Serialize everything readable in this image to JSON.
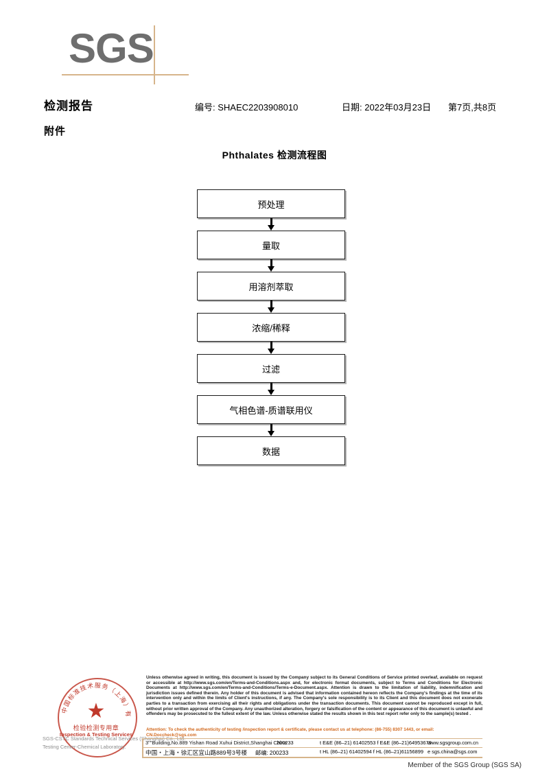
{
  "logo": {
    "text": "SGS"
  },
  "header": {
    "title": "检测报告",
    "attachment": "附件",
    "report_no": "编号: SHAEC2203908010",
    "date": "日期: 2022年03月23日",
    "page": "第7页,共8页"
  },
  "flow": {
    "title": "Phthalates 检测流程图",
    "steps": [
      {
        "label": "预处理"
      },
      {
        "label": "量取"
      },
      {
        "label": "用溶剂萃取"
      },
      {
        "label": "浓缩/稀释"
      },
      {
        "label": "过滤"
      },
      {
        "label": "气相色谱-质谱联用仪"
      },
      {
        "label": "数据"
      }
    ]
  },
  "stamp": {
    "star": "★",
    "ring_text_cn": "中国标准技术服务（上海）有限公司",
    "center_cn": "检验检测专用章",
    "center_en": "Inspection & Testing Services",
    "under_line1": "SGS-CSTC Standards Technical Services (Shanghai) Co., Ltd.",
    "under_line2": "Testing Center-Chemical Laboratory."
  },
  "footer": {
    "legal": "Unless otherwise agreed in writing, this document is issued by the Company subject to its General Conditions of Service printed overleaf, available on request or accessible at http://www.sgs.com/en/Terms-and-Conditions.aspx and, for electronic format documents, subject to Terms and Conditions for Electronic Documents at http://www.sgs.com/en/Terms-and-Conditions/Terms-e-Document.aspx. Attention is drawn to the limitation of liability, indemnification and jurisdiction issues defined therein. Any holder of this document is advised that information contained hereon reflects the Company's findings at the time of its intervention only and within the limits of Client's instructions, if any. The Company's sole responsibility is to its Client and this document does not exonerate parties to a transaction from exercising all their rights and obligations under the transaction documents. This document cannot be reproduced except in full, without prior written approval of the Company. Any unauthorized alteration, forgery or falsification of the content or appearance of this document is unlawful and offenders may be prosecuted to the fullest extent of the law. Unless otherwise stated the results shown in this test report refer only to the sample(s) tested .",
    "attention": "Attention: To check the authenticity of testing /inspection report & certificate, please contact us at telephone: (86-755) 8307 1443, or email: CN.Doccheck@sgs.com",
    "address_en": "3\"\"Building,No.889 Yishan Road Xuhui District,Shanghai China",
    "address_cn": "中国・上海・徐汇区宜山路889号3号楼",
    "zip_en": "200233",
    "zip_cn": "邮编: 200233",
    "tel_line1": "t E&E (86–21) 61402553    f E&E (86–21)64953679",
    "tel_line2": "t HL (86–21) 61402594    f HL (86–21)61156899",
    "web": "www.sgsgroup.com.cn",
    "email": "e  sgs.china@sgs.com",
    "member": "Member of the SGS Group (SGS SA)"
  },
  "colors": {
    "rule": "#d6b48a",
    "attention": "#d2691e",
    "stamp": "#c0392b",
    "logo": "#6e6e6e"
  }
}
